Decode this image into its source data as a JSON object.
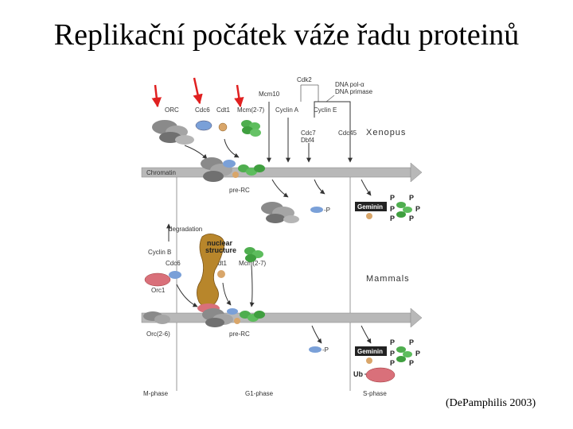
{
  "slide": {
    "title": "Replikační počátek váže řadu proteinů",
    "citation": "(DePamphilis 2003)"
  },
  "diagram": {
    "labels": {
      "orc": "ORC",
      "cdc6": "Cdc6",
      "cdt1": "Cdt1",
      "mcm_2_7": "Mcm(2-7)",
      "mcm10": "Mcm10",
      "cdk2": "Cdk2",
      "dna_pol": "DNA pol-α",
      "dna_primase": "DNA primase",
      "cyclin_a": "Cyclin A",
      "cyclin_e": "Cyclin E",
      "cdc7": "Cdc7",
      "dbf4": "Dbf4",
      "cdc45": "Cdc45",
      "xenopus": "Xenopus",
      "chromatin": "Chromatin",
      "pre_rc": "pre-RC",
      "p": "P",
      "minus_p": "-P",
      "geminin": "Geminin",
      "degradation": "degradation",
      "nuclear_structure": "nuclear structure",
      "cyclin_b": "Cyclin B",
      "cdc6_mammals": "Cdc6",
      "cdt1_mammals": "Cdt1",
      "mcm_2_7_mammals": "Mcm(2-7)",
      "orc1": "Orc1",
      "mammals": "Mammals",
      "orc_2_6": "Orc(2-6)",
      "pre_rc_mammals": "pre-RC",
      "ub": "Ub",
      "m_phase": "M-phase",
      "g1_phase": "G1-phase",
      "s_phase": "S-phase"
    }
  }
}
